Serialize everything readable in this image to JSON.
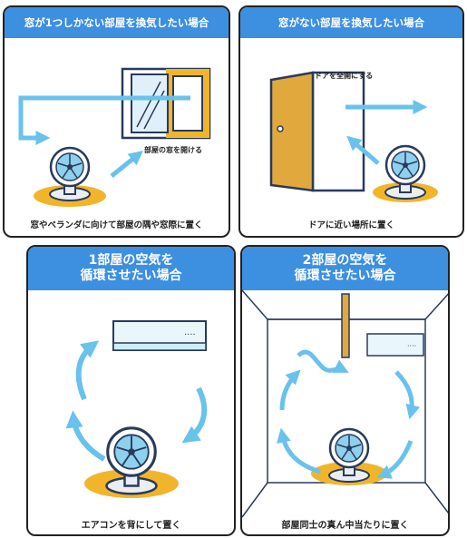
{
  "colors": {
    "header_bg": "#3d8fe0",
    "arrow": "#68c2ec",
    "fan_base": "#f1b52b",
    "door": "#e0a83d",
    "frame": "#2a3a5a"
  },
  "panels": [
    {
      "title": "窓が1つしかない部屋を換気したい場合",
      "label": "部屋の窓を開ける",
      "caption": "窓やベランダに向けて部屋の隅や窓際に置く"
    },
    {
      "title": "窓がない部屋を換気したい場合",
      "label": "ドアを全開にする",
      "caption": "ドアに近い場所に置く"
    },
    {
      "title_line1": "1部屋の空気を",
      "title_line2": "循環させたい場合",
      "caption": "エアコンを背にして置く"
    },
    {
      "title_line1": "2部屋の空気を",
      "title_line2": "循環させたい場合",
      "caption": "部屋同士の真ん中当たりに置く"
    }
  ]
}
